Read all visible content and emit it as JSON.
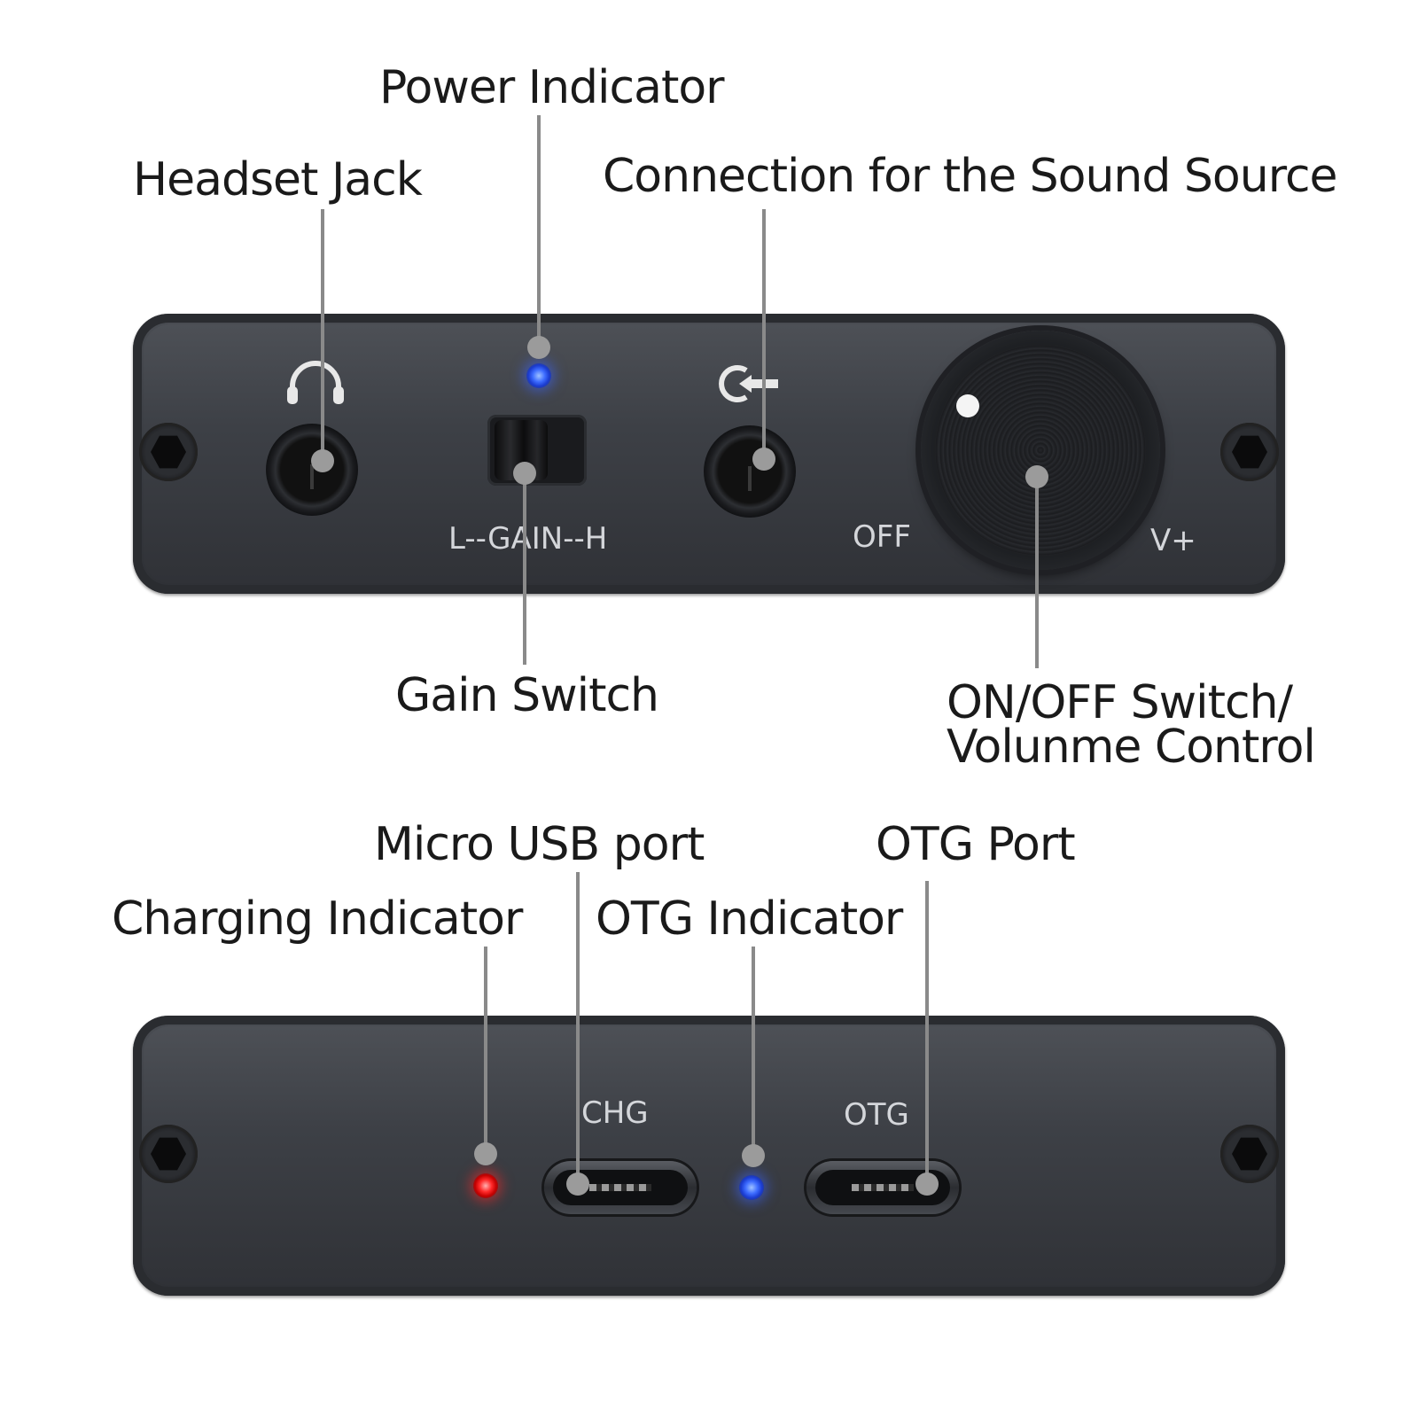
{
  "labels": {
    "power_indicator": "Power Indicator",
    "headset_jack": "Headset Jack",
    "sound_source": "Connection for the Sound Source",
    "gain_switch": "Gain Switch",
    "onoff_line1": "ON/OFF Switch/",
    "onoff_line2": "Volunme Control",
    "micro_usb": "Micro USB port",
    "otg_port": "OTG Port",
    "charging_indicator": "Charging Indicator",
    "otg_indicator": "OTG Indicator"
  },
  "front_panel": {
    "gain_text": "L--GAIN--H",
    "off_text": "OFF",
    "vplus_text": "V+",
    "headphone_icon": "headphone-icon",
    "input_icon": "audio-input-icon",
    "power_led_color": "#3d6cff"
  },
  "back_panel": {
    "chg_text": "CHG",
    "otg_text": "OTG",
    "charging_led_color": "#ff2a2a",
    "otg_led_color": "#3d6cff"
  }
}
